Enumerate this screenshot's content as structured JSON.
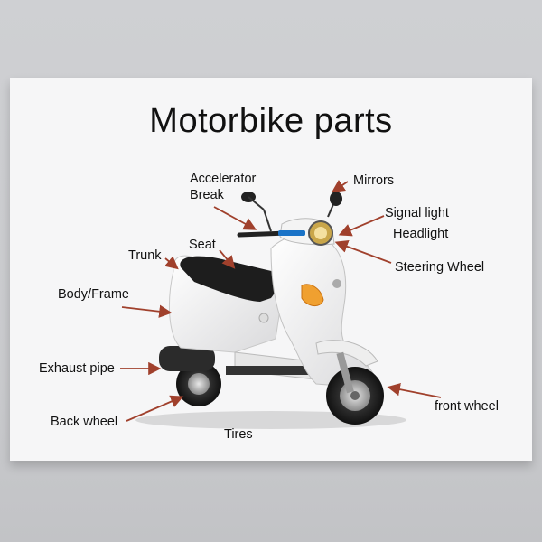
{
  "title": "Motorbike parts",
  "labels": {
    "accelerator": "Accelerator",
    "break": "Break",
    "mirrors": "Mirrors",
    "signal_light": "Signal light",
    "headlight": "Headlight",
    "seat": "Seat",
    "trunk": "Trunk",
    "steering_wheel": "Steering Wheel",
    "body_frame": "Body/Frame",
    "exhaust_pipe": "Exhaust pipe",
    "front_wheel": "front wheel",
    "back_wheel": "Back wheel",
    "tires": "Tires"
  },
  "colors": {
    "arrow": "#a0402c",
    "scooter_body": "#f1f1f1",
    "seat": "#1d1d1d"
  }
}
